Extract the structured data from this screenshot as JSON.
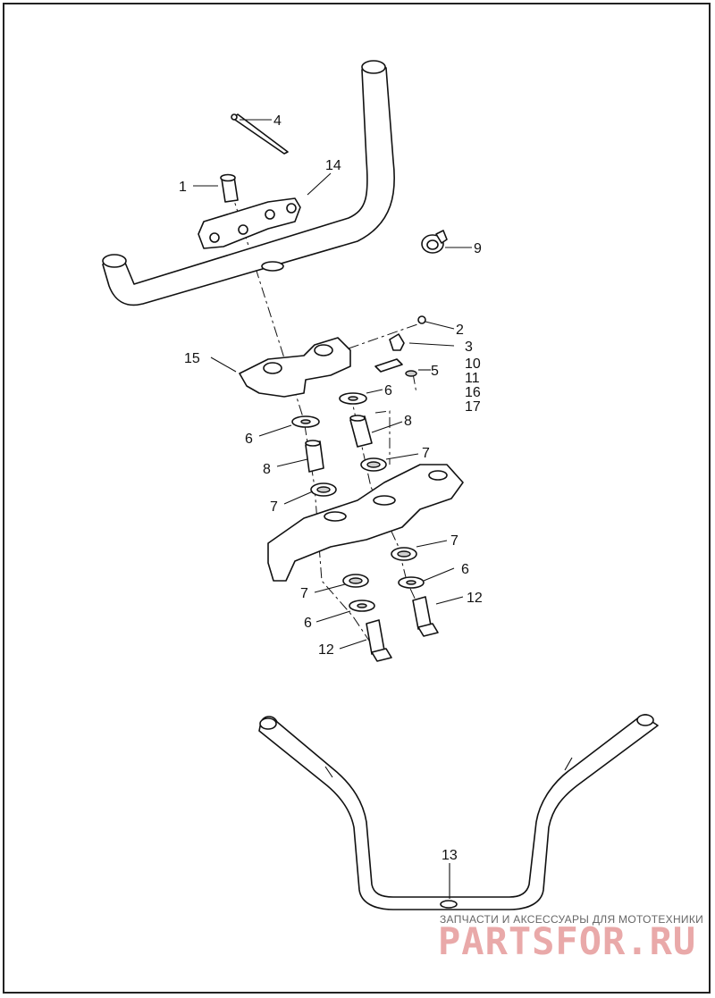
{
  "callouts": {
    "c1": "1",
    "c2": "2",
    "c3": "3",
    "c4": "4",
    "c5": "5",
    "c6a": "6",
    "c6b": "6",
    "c6c": "6",
    "c6d": "6",
    "c7a": "7",
    "c7b": "7",
    "c7c": "7",
    "c7d": "7",
    "c8a": "8",
    "c8b": "8",
    "c9": "9",
    "c10": "10",
    "c11": "11",
    "c12a": "12",
    "c12b": "12",
    "c13": "13",
    "c14": "14",
    "c15": "15",
    "c16": "16",
    "c17": "17"
  },
  "watermark": {
    "caption": "ЗАПЧАСТИ И АКСЕССУАРЫ ДЛЯ МОТОТЕХНИКИ",
    "brand": "PARTSFOR.RU"
  }
}
